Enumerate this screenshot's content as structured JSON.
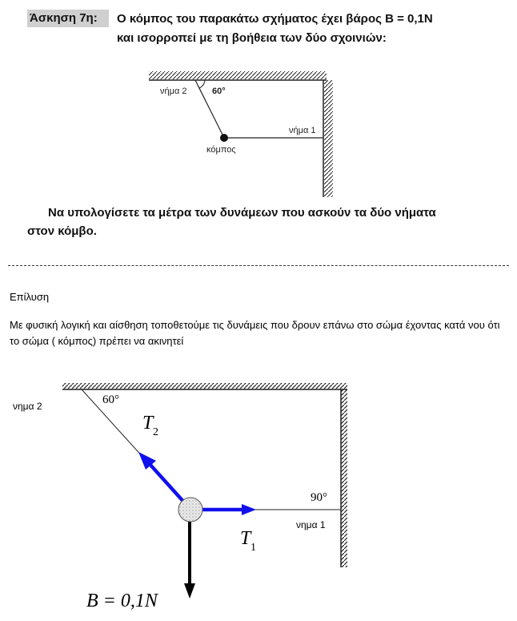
{
  "exercise": {
    "label": "Άσκηση 7η:",
    "statement": "Ο κόμπος του παρακάτω σχήματος έχει βάρος B = 0,1N και ισορροπεί με τη βοήθεια των δύο σχοινιών:",
    "question": "Να υπολογίσετε τα μέτρα των δυνάμεων που ασκούν τα δύο νήματα στον κόμβο.",
    "figure": {
      "rope2_label": "νήμα 2",
      "angle_label": "60°",
      "rope1_label": "νήμα 1",
      "knot_label": "κόμπος"
    }
  },
  "solution": {
    "heading": "Επίλυση",
    "text": "Με φυσική λογική και αίσθηση τοποθετούμε τις δυνάμεις που δρουν επάνω στο σώμα έχοντας κατά νου ότι το σώμα ( κόμπος) πρέπει να ακινητεί",
    "figure": {
      "rope2_label": "νημα 2",
      "rope1_label": "νημα 1",
      "angle_top": "60°",
      "angle_right": "90°",
      "tension2_symbol": "T",
      "tension2_sub": "2",
      "tension1_symbol": "T",
      "tension1_sub": "1",
      "weight_label": "B = 0,1N"
    }
  },
  "colors": {
    "force_arrow": "#1010ee",
    "weight_arrow": "#000000",
    "label_bg": "#cfcfcf"
  }
}
